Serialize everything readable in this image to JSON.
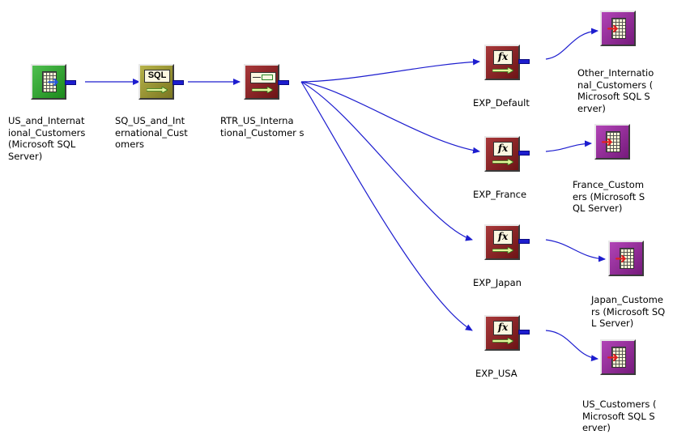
{
  "canvas": {
    "background": "#ffffff"
  },
  "colors": {
    "link": "#1d1dcf",
    "source": "#2ca02c",
    "source_qualifier": "#9a9433",
    "router": "#8a2225",
    "expression": "#8a2225",
    "target": "#932a99"
  },
  "nodes": {
    "source": {
      "icon": "table-arrow-icon",
      "label_lines": [
        "US_and_Internat",
        "ional_Customers",
        "(Microsoft SQL",
        "Server)"
      ]
    },
    "source_qualifier": {
      "icon": "sql-icon",
      "badge": "SQL",
      "label_lines": [
        "SQ_US_and_Int",
        "ernational_Cust",
        "omers"
      ]
    },
    "router": {
      "icon": "router-icon",
      "label_lines": [
        "RTR_US_Interna",
        "tional_Customer s"
      ]
    },
    "exp_default": {
      "icon": "fx-icon",
      "badge": "fx",
      "label_lines": [
        "EXP_Default"
      ]
    },
    "exp_france": {
      "icon": "fx-icon",
      "badge": "fx",
      "label_lines": [
        "EXP_France"
      ]
    },
    "exp_japan": {
      "icon": "fx-icon",
      "badge": "fx",
      "label_lines": [
        "EXP_Japan"
      ]
    },
    "exp_usa": {
      "icon": "fx-icon",
      "badge": "fx",
      "label_lines": [
        "EXP_USA"
      ]
    },
    "target_other": {
      "icon": "table-arrow-icon",
      "label_lines": [
        "Other_Internatio",
        "nal_Customers (",
        "Microsoft SQL S",
        "erver)"
      ]
    },
    "target_france": {
      "icon": "table-arrow-icon",
      "label_lines": [
        "France_Custom",
        "ers (Microsoft S",
        "QL Server)"
      ]
    },
    "target_japan": {
      "icon": "table-arrow-icon",
      "label_lines": [
        "Japan_Custome",
        "rs (Microsoft SQ",
        "L Server)"
      ]
    },
    "target_usa": {
      "icon": "table-arrow-icon",
      "label_lines": [
        "US_Customers (",
        "Microsoft SQL S",
        "erver)"
      ]
    }
  },
  "links": [
    {
      "from": "source",
      "to": "source_qualifier"
    },
    {
      "from": "source_qualifier",
      "to": "router"
    },
    {
      "from": "router",
      "to": "exp_default"
    },
    {
      "from": "router",
      "to": "exp_france"
    },
    {
      "from": "router",
      "to": "exp_japan"
    },
    {
      "from": "router",
      "to": "exp_usa"
    },
    {
      "from": "exp_default",
      "to": "target_other"
    },
    {
      "from": "exp_france",
      "to": "target_france"
    },
    {
      "from": "exp_japan",
      "to": "target_japan"
    },
    {
      "from": "exp_usa",
      "to": "target_usa"
    }
  ]
}
